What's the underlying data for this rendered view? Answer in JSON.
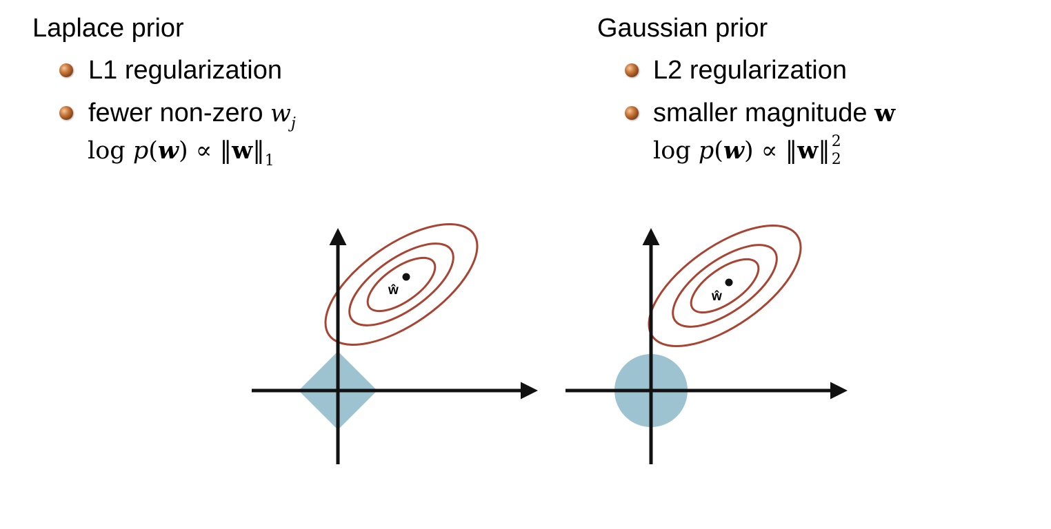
{
  "left": {
    "heading": "Laplace prior",
    "items": [
      {
        "text": "L1 regularization"
      },
      {
        "text": "fewer non-zero",
        "math_var": "w",
        "math_sub": "j"
      }
    ],
    "formula": {
      "log": "log",
      "p": "p",
      "w_arg": "w",
      "prop": "∝",
      "w_norm": "w",
      "norm_sub": "1"
    },
    "figure": {
      "constraint_shape": "diamond",
      "estimate_label": "ŵ"
    }
  },
  "right": {
    "heading": "Gaussian prior",
    "items": [
      {
        "text": "L2 regularization"
      },
      {
        "text": "smaller magnitude",
        "math_var": "w"
      }
    ],
    "formula": {
      "log": "log",
      "p": "p",
      "w_arg": "w",
      "prop": "∝",
      "w_norm": "w",
      "norm_sup": "2",
      "norm_sub": "2"
    },
    "figure": {
      "constraint_shape": "circle",
      "estimate_label": "ŵ"
    }
  },
  "colors": {
    "constraint_fill": "#9dc3d1",
    "contour_stroke": "#a84432",
    "axis": "#111111",
    "bullet": "#9a4f1c"
  }
}
